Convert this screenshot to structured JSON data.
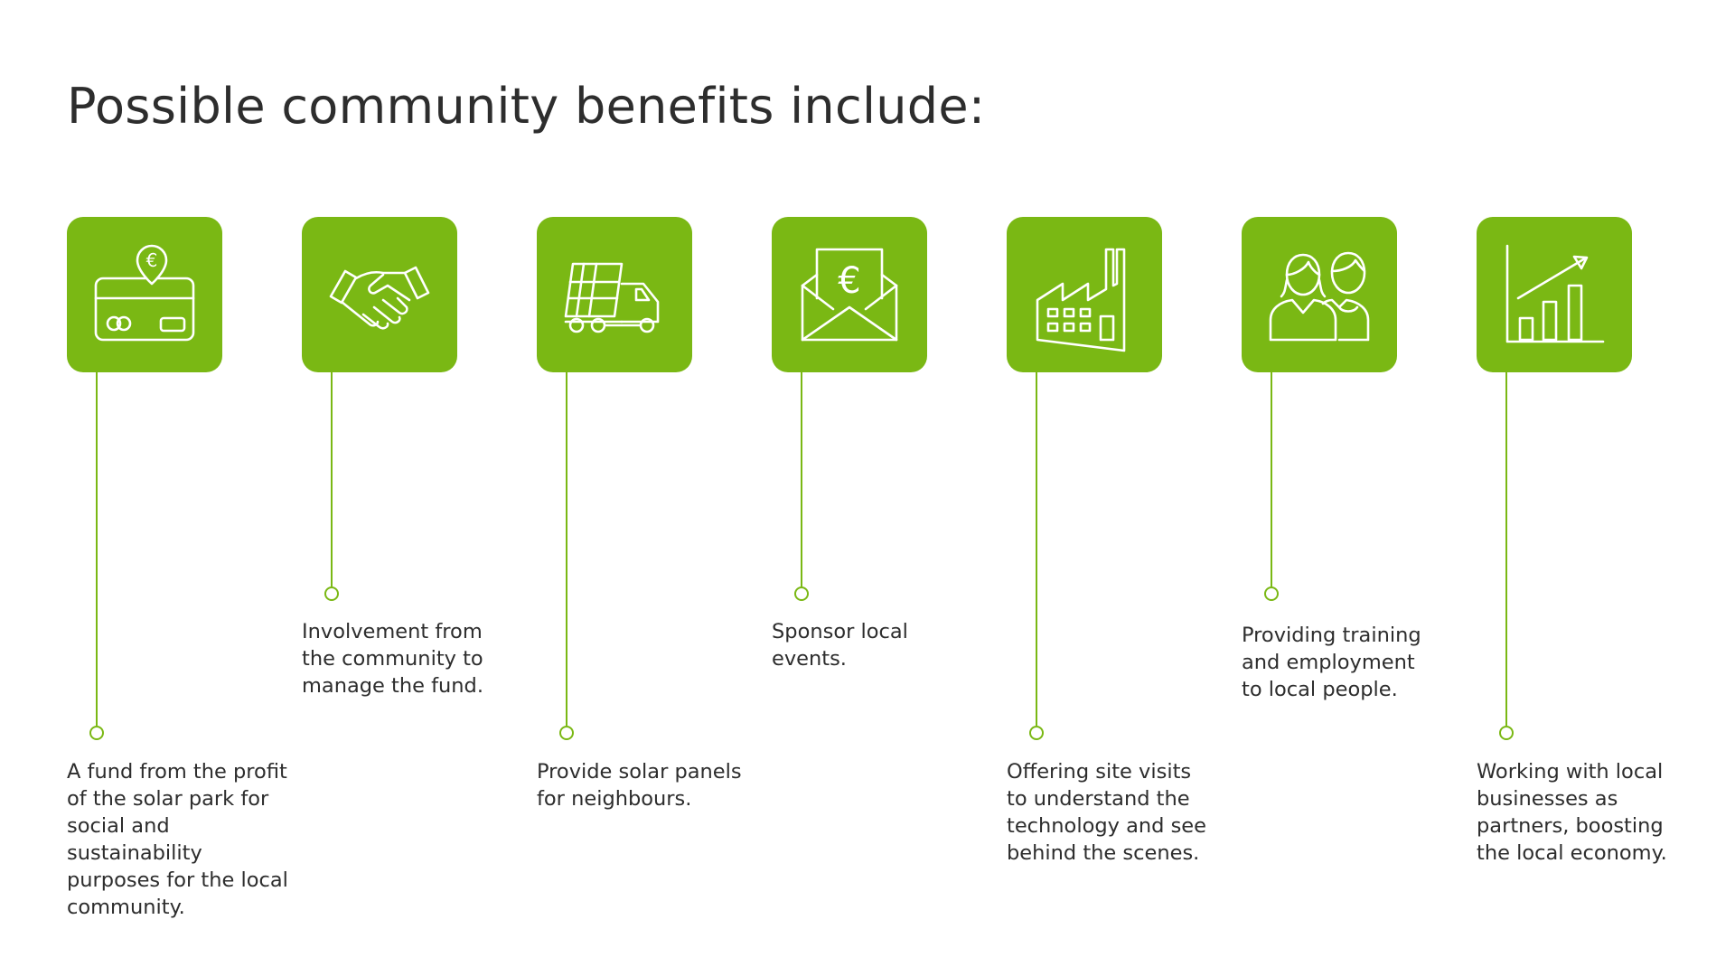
{
  "title": "Possible community benefits include:",
  "accent_color": "#7ab814",
  "benefits": [
    {
      "icon": "card-euro-pin-icon",
      "text": "A fund from the profit\nof the solar park for\nsocial and sustainability\npurposes for the local\ncommunity."
    },
    {
      "icon": "handshake-icon",
      "text": "Involvement from\nthe community to\nmanage the fund."
    },
    {
      "icon": "solar-panel-truck-icon",
      "text": "Provide solar panels\nfor neighbours."
    },
    {
      "icon": "euro-envelope-icon",
      "text": "Sponsor local\nevents."
    },
    {
      "icon": "factory-icon",
      "text": "Offering site visits\nto understand the\ntechnology and see\nbehind the scenes."
    },
    {
      "icon": "people-icon",
      "text": "Providing training\nand employment\nto local people."
    },
    {
      "icon": "growth-chart-icon",
      "text": "Working with local\nbusinesses as\npartners, boosting\nthe local economy."
    }
  ]
}
